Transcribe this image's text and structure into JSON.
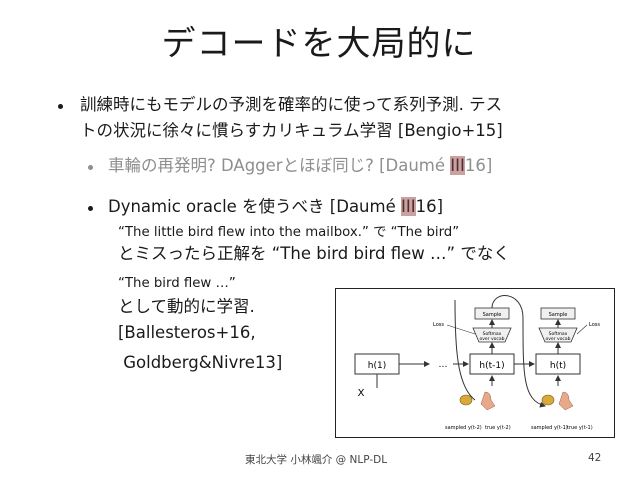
{
  "title": "デコードを大局的に",
  "bullets": [
    {
      "line1": "訓練時にもモデルの予測を確率的に使って系列予測. テス",
      "line2": "トの状況に徐々に慣らすカリキュラム学習 [Bengio+15]"
    },
    {
      "text_pre": "車輪の再発明? DAggerとほぼ同じ? [Daumé ",
      "mark": "III",
      "text_post": "16]"
    },
    {
      "text_pre": "Dynamic oracle を使うべき [Daumé ",
      "mark": "III",
      "text_post": "16]"
    }
  ],
  "body": {
    "line1": "“The little bird flew into the mailbox.” で “The bird”",
    "line2": "とミスったら正解を “The bird bird flew …” でなく",
    "line3": "“The bird flew …”",
    "line4": "として動的に学習.",
    "line5": "[Ballesteros+16,",
    "line6": " Goldberg&Nivre13]"
  },
  "diagram": {
    "h1": "h(1)",
    "ellipsis": "…",
    "h_prev": "h(t-1)",
    "h_t": "h(t)",
    "sample": "Sample",
    "softmax": "Softmax\nover vocab",
    "x_label": "X",
    "coin_left": "sampled y(t-2)",
    "true_left": "true y(t-2)",
    "coin_right": "sampled y(t-1)",
    "true_right": "true y(t-1)",
    "loss": "Loss"
  },
  "footer": {
    "left": "東北大学 小林颯介 @ NLP-DL",
    "page": "42"
  }
}
